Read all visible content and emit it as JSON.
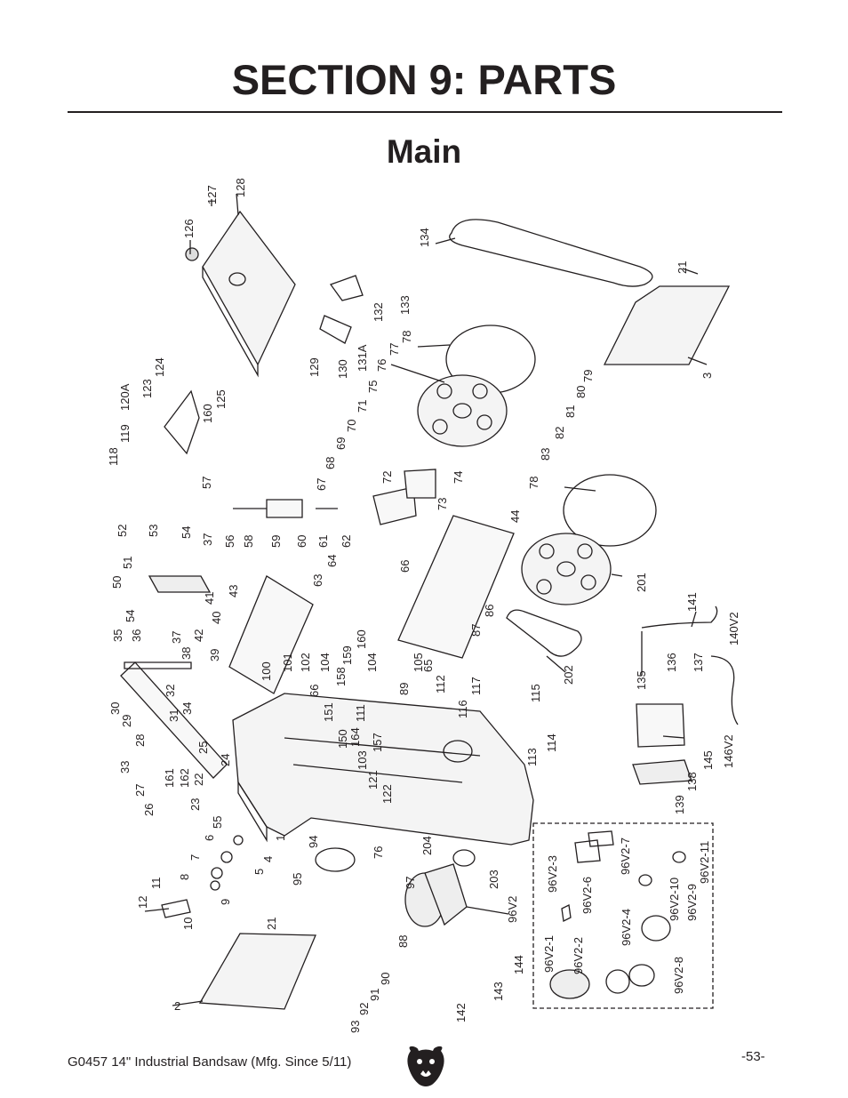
{
  "header": {
    "title": "SECTION 9: PARTS",
    "subtitle": "Main"
  },
  "footer": {
    "model": "G0457 14\" Industrial Bandsaw (Mfg. Since 5/11)",
    "page_number": "-53-"
  },
  "logo_icon": "bear-head-logo",
  "part_labels": [
    "126",
    "127",
    "128",
    "134",
    "21",
    "3",
    "133",
    "132",
    "131A",
    "130",
    "129",
    "78",
    "77",
    "76",
    "75",
    "124",
    "123",
    "120A",
    "119",
    "118",
    "125",
    "160",
    "71",
    "70",
    "69",
    "68",
    "67",
    "72",
    "74",
    "73",
    "79",
    "80",
    "81",
    "82",
    "83",
    "78",
    "57",
    "54",
    "37",
    "56",
    "58",
    "59",
    "60",
    "61",
    "62",
    "64",
    "63",
    "66",
    "44",
    "52",
    "53",
    "51",
    "50",
    "41",
    "40",
    "43",
    "54",
    "36",
    "35",
    "37",
    "38",
    "39",
    "42",
    "101",
    "102",
    "100",
    "104",
    "158",
    "159",
    "160",
    "105",
    "65",
    "104",
    "89",
    "112",
    "116",
    "117",
    "86",
    "87",
    "202",
    "201",
    "141",
    "140V2",
    "66",
    "30",
    "29",
    "32",
    "31",
    "34",
    "28",
    "33",
    "25",
    "161",
    "162",
    "24",
    "22",
    "23",
    "27",
    "26",
    "151",
    "150",
    "164",
    "111",
    "157",
    "103",
    "121",
    "122",
    "115",
    "113",
    "114",
    "135",
    "136",
    "137",
    "145",
    "146V2",
    "138",
    "139",
    "55",
    "6",
    "5",
    "4",
    "1",
    "7",
    "8",
    "9",
    "11",
    "12",
    "10",
    "94",
    "95",
    "76",
    "204",
    "203",
    "97",
    "96V2",
    "88",
    "21",
    "2",
    "93",
    "92",
    "91",
    "90",
    "142",
    "143",
    "144",
    "96V2-1",
    "96V2-2",
    "96V2-3",
    "96V2-6",
    "96V2-4",
    "96V2-7",
    "96V2-10",
    "96V2-9",
    "96V2-8",
    "96V2-11"
  ]
}
